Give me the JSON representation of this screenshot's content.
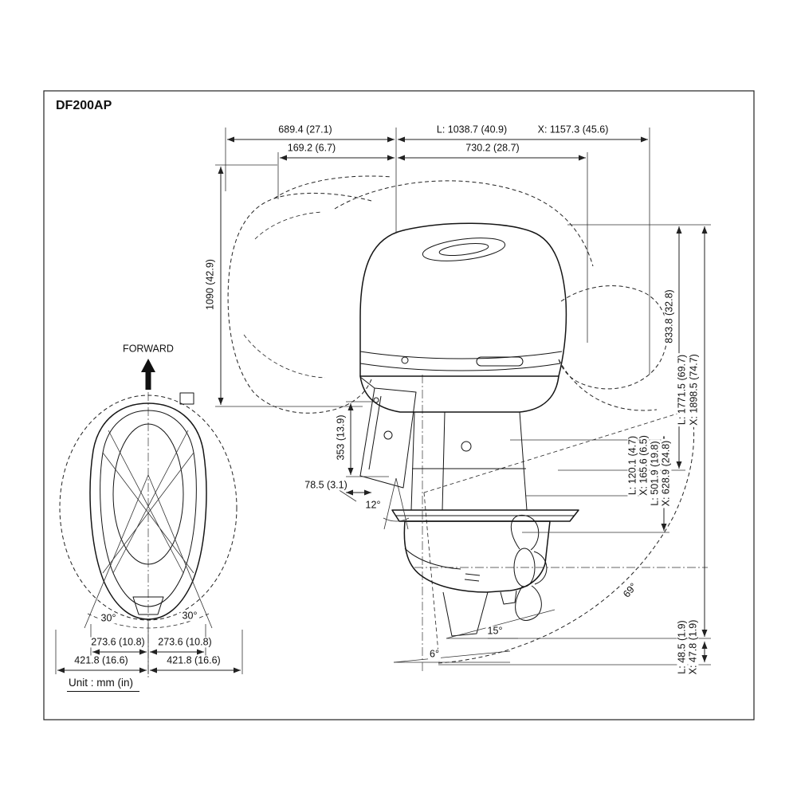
{
  "drawing": {
    "title": "DF200AP",
    "unit_note": "Unit : mm (in)",
    "forward_label": "FORWARD"
  },
  "dimensions": {
    "top_width": "689.4 (27.1)",
    "top_length_l": "L: 1038.7 (40.9)",
    "top_length_x": "X: 1157.3 (45.6)",
    "cowl_offset": "169.2 (6.7)",
    "cowl_width": "730.2 (28.7)",
    "height_overall": "1090 (42.9)",
    "powerhead_height": "833.8 (32.8)",
    "total_height_l": "L: 1771.5 (69.7)",
    "total_height_x": "X: 1898.5 (74.7)",
    "plate_offset_l": "L: 120.1 (4.7)",
    "plate_offset_x": "X: 165.6 (6.5)",
    "leg_length_l": "L: 501.9 (19.8)",
    "leg_length_x": "X: 628.9 (24.8)",
    "transom_height": "353 (13.9)",
    "bracket_depth": "78.5 (3.1)",
    "skeg_clearance_l": "L: 48.5 (1.9)",
    "skeg_clearance_x": "X: 47.8 (1.9)",
    "front_half_width_left": "273.6 (10.8)",
    "front_half_width_right": "273.6 (10.8)",
    "front_swing_width_left": "421.8 (16.6)",
    "front_swing_width_right": "421.8 (16.6)"
  },
  "angles": {
    "trim": "12°",
    "tilt_range": "69°",
    "kick_up": "15°",
    "trim_min": "6°",
    "steering_left": "30°",
    "steering_right": "30°"
  }
}
